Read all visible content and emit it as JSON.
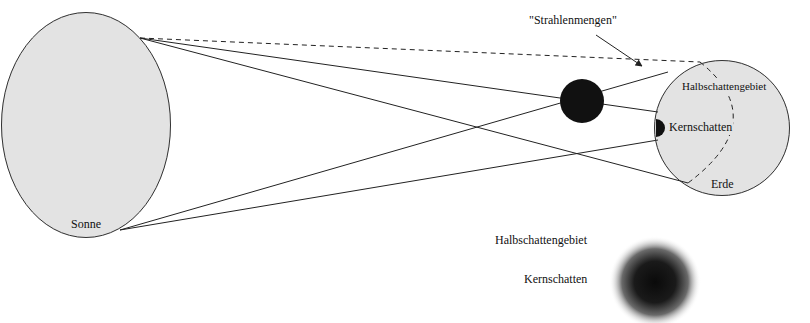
{
  "diagram": {
    "nodes": [
      {
        "text": [
          "Sonne"
        ]
      },
      {
        "text": [
          "Erde"
        ]
      }
    ],
    "labels": [
      "\"Strahlenmengen\"",
      "Halbschattengebiet",
      "Kernschatten",
      "Halbschattengebiet",
      "Kernschatten"
    ]
  }
}
